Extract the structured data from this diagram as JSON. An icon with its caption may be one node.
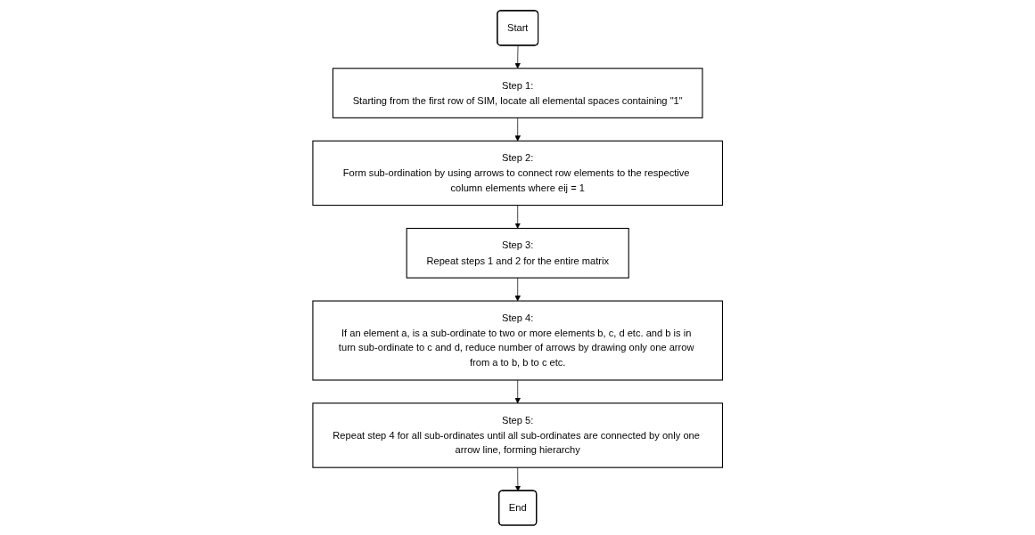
{
  "diagram": {
    "nodes": [
      {
        "text": [
          "Step 1:",
          "Starting from the first row of SIM, locate all elemental spaces containing \"1\""
        ]
      },
      {
        "text": [
          "Start"
        ]
      },
      {
        "text": [
          "Step 2:",
          "Form sub-ordination by using arrows to connect row elements to the respective column elements where eij = 1"
        ]
      },
      {
        "text": [
          "Step 3:",
          "Repeat steps 1 and 2 for the entire matrix"
        ]
      },
      {
        "text": [
          "Step 4:",
          "If an element a, is a sub-ordinate to two or more elements b, c, d etc. and b is in turn sub-ordinate to c and d, reduce number of arrows by drawing only one arrow from a to b, b to c etc."
        ]
      },
      {
        "text": [
          "Step 5:",
          "Repeat step 4 for all sub-ordinates until all sub-ordinates are connected by only one arrow line, forming hierarchy"
        ]
      },
      {
        "text": [
          "End"
        ]
      }
    ],
    "edges": [
      {
        "from": 1,
        "to": 0,
        "arrow": "to"
      },
      {
        "from": 0,
        "to": 2,
        "arrow": "to"
      },
      {
        "from": 2,
        "to": 3,
        "arrow": "to"
      },
      {
        "from": 3,
        "to": 4,
        "arrow": "to"
      },
      {
        "from": 4,
        "to": 5,
        "arrow": "to"
      },
      {
        "from": 5,
        "to": 6,
        "arrow": "to"
      }
    ]
  }
}
